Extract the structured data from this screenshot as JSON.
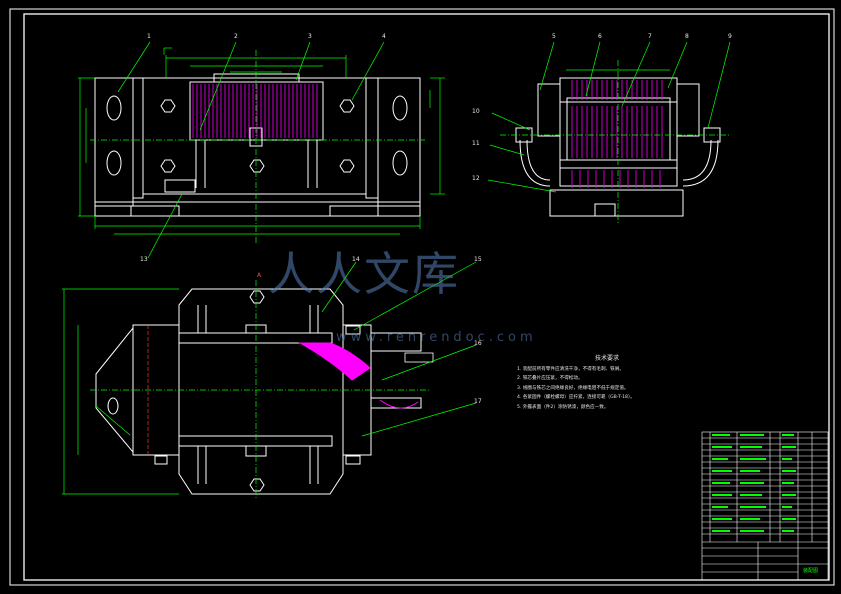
{
  "drawing": {
    "part_callouts": [
      "1",
      "2",
      "3",
      "4",
      "5",
      "6",
      "7",
      "8",
      "9",
      "10",
      "11",
      "12",
      "13",
      "14",
      "15",
      "16",
      "17"
    ],
    "section_marker": "A"
  },
  "watermark": {
    "logo_text": "人人文库",
    "url_text": "www.renrendoc.com"
  },
  "technical_requirements": {
    "title": "技术要求",
    "items": [
      "1. 装配前所有零件应清洗干净，不得有毛刺、铁屑。",
      "2. 铁芯叠片应压紧，不得松动。",
      "3. 线圈与铁芯之间绝缘良好，绝缘电阻不低于规定值。",
      "4. 各紧固件（螺栓螺母）应拧紧，连接可靠（GB-T-18）。",
      "5. 外露表面（件2）涂防锈漆，颜色应一致。"
    ]
  },
  "title_block": {
    "rows": 18,
    "name": "装配图"
  },
  "colors": {
    "background": "#000000",
    "outline": "#ffffff",
    "dimension": "#00ff00",
    "hatch": "#ff00ff",
    "leader": "#00ff00"
  }
}
